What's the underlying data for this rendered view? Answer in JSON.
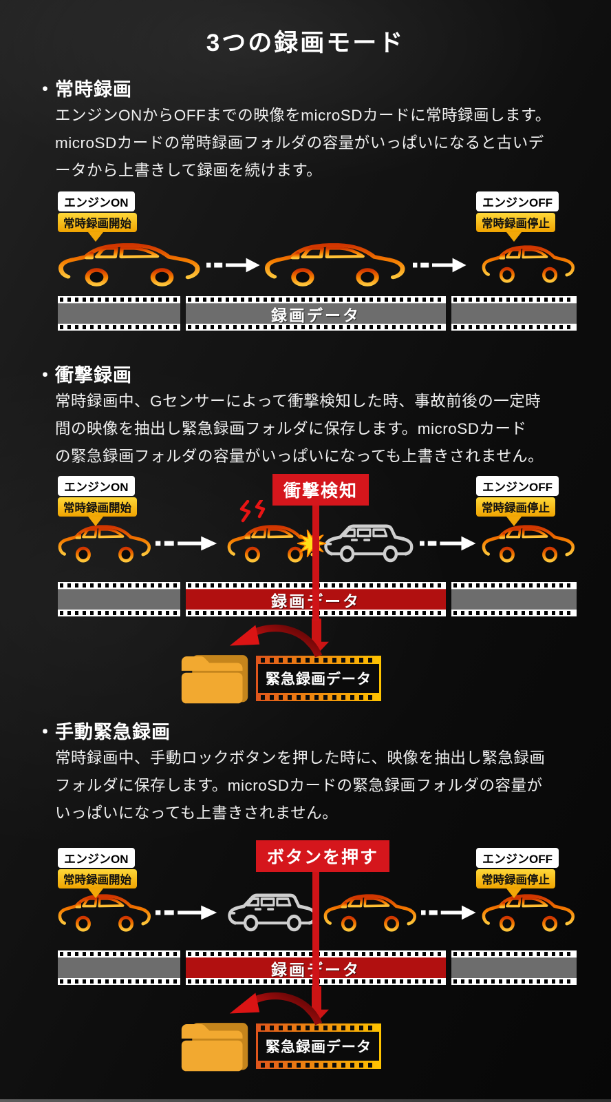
{
  "title": "3つの録画モード",
  "labels": {
    "engine_on": "エンジンON",
    "rec_start": "常時録画開始",
    "engine_off": "エンジンOFF",
    "rec_stop": "常時録画停止",
    "rec_data": "録画データ",
    "emergency_data": "緊急録画データ"
  },
  "sections": [
    {
      "heading": "・常時録画",
      "body": "エンジンONからOFFまでの映像をmicroSDカードに常時録画します。\nmicroSDカードの常時録画フォルダの容量がいっぱいになると古いデ\nータから上書きして録画を続けます。"
    },
    {
      "heading": "・衝撃録画",
      "body": "常時録画中、Gセンサーによって衝撃検知した時、事故前後の一定時\n間の映像を抽出し緊急録画フォルダに保存します。microSDカード\nの緊急録画フォルダの容量がいっぱいになっても上書きされません。",
      "event_label": "衝撃検知"
    },
    {
      "heading": "・手動緊急録画",
      "body": "常時録画中、手動ロックボタンを押した時に、映像を抽出し緊急録画\nフォルダに保存します。microSDカードの緊急録画フォルダの容量が\nいっぱいになっても上書きされません。",
      "event_label": "ボタンを押す"
    }
  ],
  "colors": {
    "accent_red": "#d5161c",
    "film_red": "#b11010",
    "film_gray": "#6d6d6d",
    "car_orange": "#f57d00",
    "car_gray": "#cfcfcf",
    "callout_yellow": "#f2a808",
    "folder_amber": "#f2a930"
  }
}
